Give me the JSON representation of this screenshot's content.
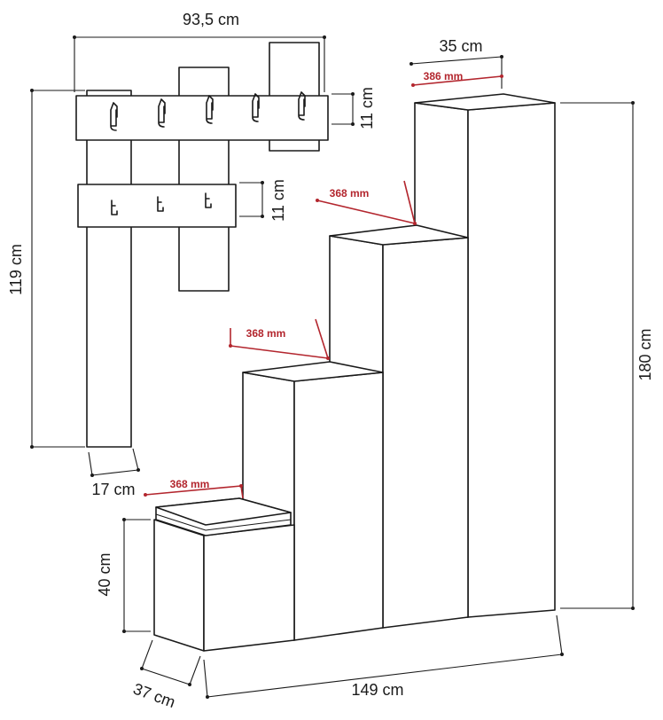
{
  "dimensions": {
    "rack_width": "93,5 cm",
    "rack_height": "119 cm",
    "rack_depth": "17 cm",
    "upper_bar_height": "11 cm",
    "lower_bar_height": "11 cm",
    "tallest_column_width": "35 cm",
    "cabinet_height": "180 cm",
    "seat_height": "40 cm",
    "cabinet_depth": "37 cm",
    "cabinet_width": "149 cm"
  },
  "depths_mm": {
    "top": "386 mm",
    "step_3": "368 mm",
    "step_2": "368 mm",
    "seat": "368 mm"
  },
  "colors": {
    "line": "#1a1a1a",
    "accent": "#b3262e",
    "background": "#ffffff"
  }
}
